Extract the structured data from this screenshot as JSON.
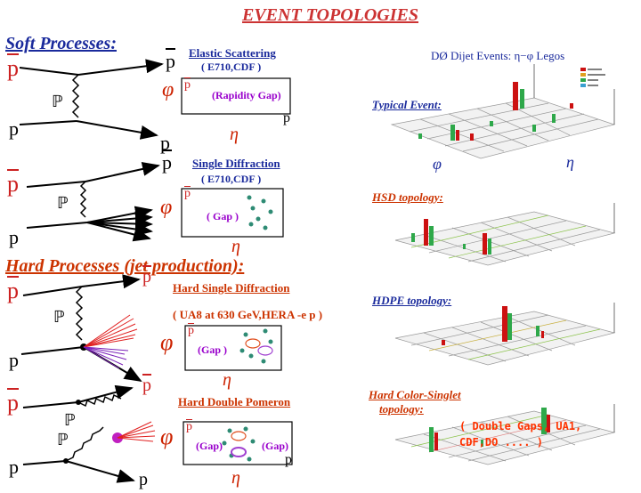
{
  "title": "EVENT TOPOLOGIES",
  "sections": {
    "soft": "Soft Processes:",
    "hard": "Hard Processes (jet production):"
  },
  "processes": {
    "elastic": {
      "title": "Elastic Scattering",
      "sub": "( E710,CDF )",
      "gap": "(Rapidity Gap)"
    },
    "single_diffraction": {
      "title": "Single Diffraction",
      "sub": "( E710,CDF )",
      "gap": "( Gap )"
    },
    "hard_single_diffraction": {
      "title": "Hard Single Diffraction",
      "sub": "( UA8  at  630 GeV,HERA -e p )",
      "gap": "(Gap )"
    },
    "hard_double_pomeron": {
      "title": "Hard Double Pomeron",
      "gap_left": "(Gap)",
      "gap_right": "(Gap)"
    }
  },
  "symbols": {
    "pbar": "p",
    "p": "p",
    "pomeron": "ℙ",
    "phi": "φ",
    "eta": "η"
  },
  "lego": {
    "header": "DØ Dijet Events: η−φ Legos",
    "typical": "Typical Event:",
    "hsd": "HSD topology:",
    "hdpe": "HDPE topology:",
    "hcs_line1": "Hard Color-Singlet",
    "hcs_line2": "topology:",
    "axis_phi": "φ",
    "axis_eta": "η"
  },
  "side_note": "( Double Gaps, UA1, CDF,DO .... )",
  "colors": {
    "blue": "#1a2a9c",
    "red": "#cc3300",
    "purple": "#9900cc",
    "green_tower": "#2ea84a",
    "red_tower": "#cc1111",
    "dot": "#2e8b74"
  }
}
